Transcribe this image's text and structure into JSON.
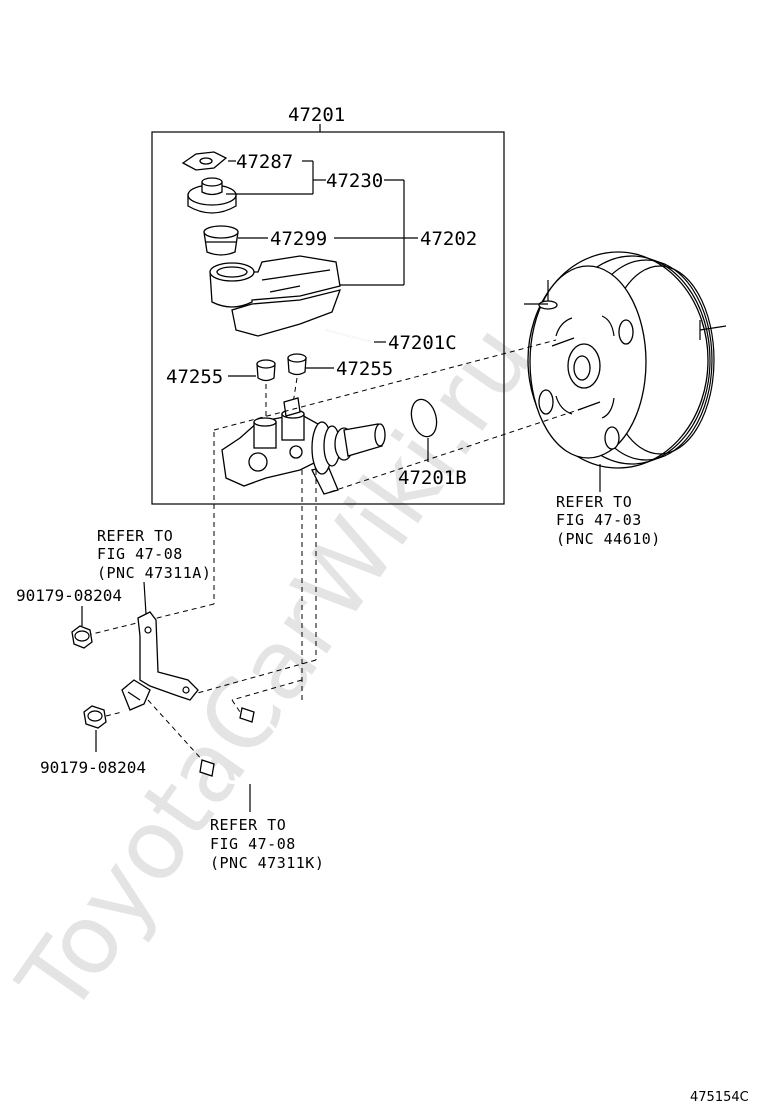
{
  "watermark": "ToyotaCarWiki.ru",
  "figure_code": "475154C",
  "labels": {
    "assembly": "47201",
    "p47287": "47287",
    "p47230": "47230",
    "p47299": "47299",
    "p47202": "47202",
    "p47201C": "47201C",
    "p47255_left": "47255",
    "p47255_right": "47255",
    "p47201B": "47201B",
    "nut_top": "90179-08204",
    "nut_bottom": "90179-08204"
  },
  "references": {
    "booster": {
      "line1": "REFER TO",
      "line2": "FIG 47-03",
      "line3": "(PNC 44610)"
    },
    "upper_left": {
      "line1": "REFER TO",
      "line2": "FIG 47-08",
      "line3": "(PNC 47311A)"
    },
    "bottom": {
      "line1": "REFER TO",
      "line2": "FIG 47-08",
      "line3": "(PNC 47311K)"
    }
  }
}
